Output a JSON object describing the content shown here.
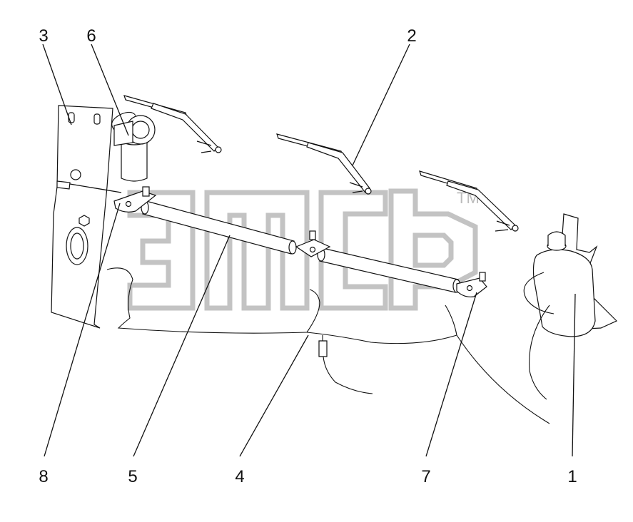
{
  "callouts": {
    "c1": "1",
    "c2": "2",
    "c3": "3",
    "c4": "4",
    "c5": "5",
    "c6": "6",
    "c7": "7",
    "c8": "8"
  },
  "watermark": {
    "trademark": "TM",
    "color": "#b8b8b8"
  },
  "colors": {
    "line": "#111111",
    "background": "#ffffff"
  }
}
